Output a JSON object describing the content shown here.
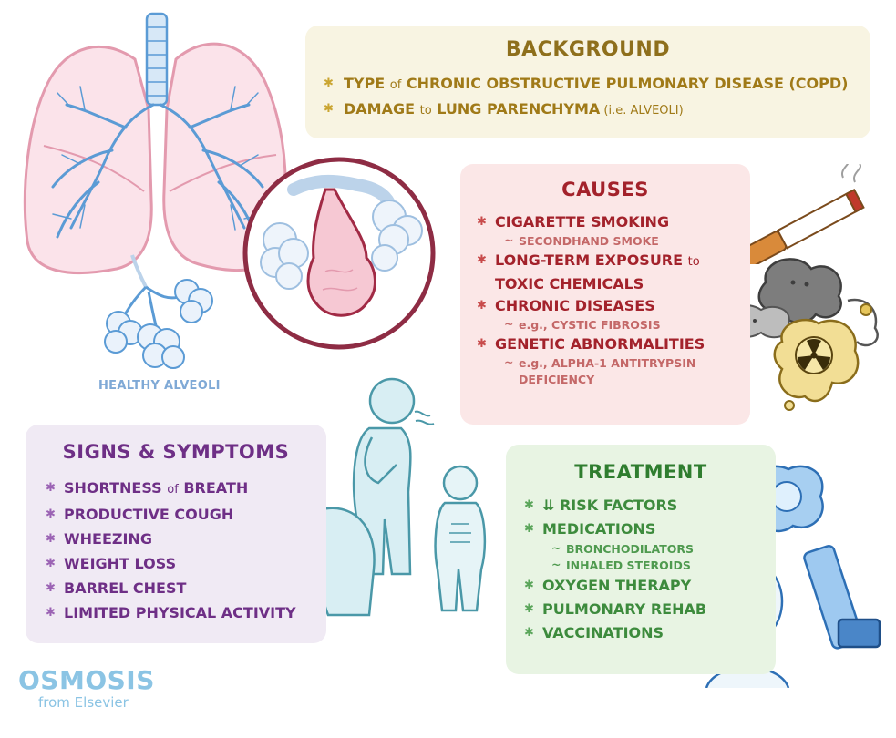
{
  "background": {
    "title": "BACKGROUND",
    "item1": {
      "pre": "TYPE ",
      "of": "of",
      "post": " CHRONIC OBSTRUCTIVE PULMONARY DISEASE (COPD)"
    },
    "item2": {
      "a": "DAMAGE ",
      "to": "to",
      "b": " LUNG PARENCHYMA",
      "c": " (i.e. ALVEOLI)"
    }
  },
  "causes": {
    "title": "CAUSES",
    "items": [
      {
        "label": "CIGARETTE SMOKING",
        "sub": "SECONDHAND SMOKE"
      },
      {
        "label_a": "LONG-TERM EXPOSURE ",
        "label_to": "to",
        "label_b": "TOXIC CHEMICALS"
      },
      {
        "label": "CHRONIC DISEASES",
        "sub": "e.g., CYSTIC FIBROSIS"
      },
      {
        "label": "GENETIC ABNORMALITIES",
        "sub": "e.g., ALPHA-1 ANTITRYPSIN DEFICIENCY"
      }
    ]
  },
  "signs": {
    "title": "SIGNS & SYMPTOMS",
    "items": [
      {
        "a": "SHORTNESS ",
        "of": "of",
        "b": " BREATH"
      },
      "PRODUCTIVE COUGH",
      "WHEEZING",
      "WEIGHT LOSS",
      "BARREL CHEST",
      "LIMITED PHYSICAL ACTIVITY"
    ]
  },
  "treatment": {
    "title": "TREATMENT",
    "items": [
      {
        "label": "⇊ RISK FACTORS"
      },
      {
        "label": "MEDICATIONS",
        "subs": [
          "BRONCHODILATORS",
          "INHALED STEROIDS"
        ]
      },
      {
        "label": "OXYGEN THERAPY"
      },
      {
        "label": "PULMONARY REHAB"
      },
      {
        "label": "VACCINATIONS"
      }
    ]
  },
  "healthy_label": "HEALTHY ALVEOLI",
  "logo": {
    "brand": "OSMOSIS",
    "sub": "from Elsevier"
  },
  "icons": {
    "lungs": "lungs-icon",
    "alveoli": "alveoli-icon",
    "cigarette": "cigarette-icon",
    "smoke": "smoke-cloud-icon",
    "radiation": "radiation-icon",
    "people": "person-icon",
    "inhaler": "inhaler-icon",
    "mask": "oxygen-mask-icon"
  },
  "colors": {
    "background": "#8e6f1c",
    "causes": "#a3222b",
    "signs": "#6e2f86",
    "treatment": "#2f7d2f",
    "lung_outline": "#e39aae",
    "airway": "#5b9bd5"
  }
}
